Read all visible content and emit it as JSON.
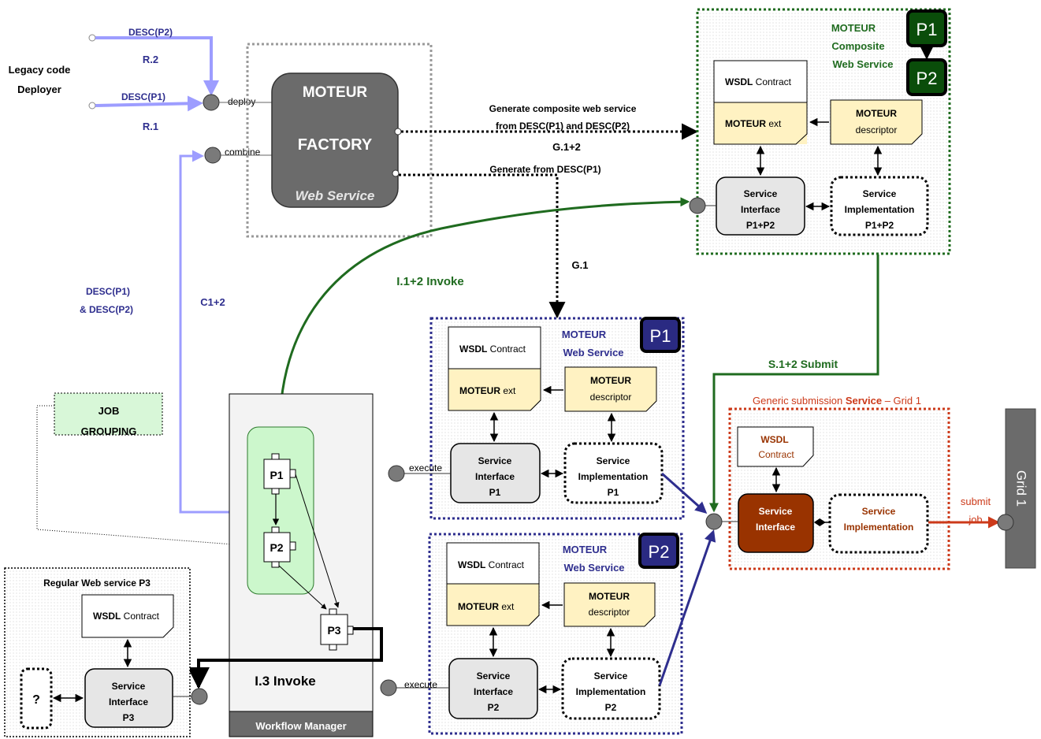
{
  "colors": {
    "lavender": "#9d9dff",
    "navy": "#2e2e8e",
    "green": "#1f6b1f",
    "red": "#cc3a1a",
    "brown": "#993300",
    "note": "#fff2c2",
    "grey": "#e6e6e6",
    "darkgrey": "#6b6b6b",
    "jobgreen": "#d8f7d8"
  },
  "deployer": {
    "title_line1": "Legacy code",
    "title_line2": "Deployer",
    "desc_p2": "DESC(P2)",
    "r2": "R.2",
    "desc_p1": "DESC(P1)",
    "r1": "R.1",
    "deploy": "deploy",
    "combine": "combine",
    "desc_both_line1": "DESC(P1)",
    "desc_both_line2": "&  DESC(P2)",
    "c12": "C1+2"
  },
  "factory": {
    "line1": "MOTEUR",
    "line2": "FACTORY",
    "line3": "Web Service"
  },
  "labels": {
    "gen_composite_line1": "Generate composite web service",
    "gen_composite_line2": "from DESC(P1) and DESC(P2)",
    "g12": "G.1+2",
    "gen_from_p1": "Generate from DESC(P1)",
    "g1": "G.1",
    "invoke12": "I.1+2 Invoke",
    "submit12": "S.1+2 Submit",
    "invoke3": "I.3 Invoke",
    "execute": "execute",
    "submit_line1": "submit",
    "submit_line2": "job"
  },
  "composite": {
    "title_line1": "MOTEUR",
    "title_line2": "Composite",
    "title_line3": "Web Service",
    "badge1": "P1",
    "badge2": "P2",
    "wsdl_bold": "WSDL",
    "wsdl_rest": " Contract",
    "ext_bold": "MOTEUR",
    "ext_rest": " ext",
    "desc_line1": "MOTEUR",
    "desc_line2": "descriptor",
    "iface_line1": "Service",
    "iface_line2": "Interface",
    "iface_line3": "P1+P2",
    "impl_line1": "Service",
    "impl_line2": "Implementation",
    "impl_line3": "P1+P2"
  },
  "ws_p1": {
    "title_line1": "MOTEUR",
    "title_line2": "Web Service",
    "badge": "P1",
    "wsdl_bold": "WSDL",
    "wsdl_rest": " Contract",
    "ext_bold": "MOTEUR",
    "ext_rest": " ext",
    "desc_line1": "MOTEUR",
    "desc_line2": "descriptor",
    "iface_line1": "Service",
    "iface_line2": "Interface",
    "iface_line3": "P1",
    "impl_line1": "Service",
    "impl_line2": "Implementation",
    "impl_line3": "P1"
  },
  "ws_p2": {
    "title_line1": "MOTEUR",
    "title_line2": "Web Service",
    "badge": "P2",
    "wsdl_bold": "WSDL",
    "wsdl_rest": " Contract",
    "ext_bold": "MOTEUR",
    "ext_rest": " ext",
    "desc_line1": "MOTEUR",
    "desc_line2": "descriptor",
    "iface_line1": "Service",
    "iface_line2": "Interface",
    "iface_line3": "P2",
    "impl_line1": "Service",
    "impl_line2": "Implementation",
    "impl_line3": "P2"
  },
  "generic": {
    "title_pre": "Generic submission ",
    "title_bold": "Service",
    "title_post": " – Grid 1",
    "wsdl_line1": "WSDL",
    "wsdl_line2": "Contract",
    "iface_line1": "Service",
    "iface_line2": "Interface",
    "impl_line1": "Service",
    "impl_line2": "Implementation"
  },
  "grid": {
    "label": "Grid 1"
  },
  "job_grouping": {
    "line1": "JOB",
    "line2": "GROUPING"
  },
  "workflow": {
    "manager": "Workflow  Manager",
    "p1": "P1",
    "p2": "P2",
    "p3": "P3"
  },
  "regular": {
    "title": "Regular Web service P3",
    "wsdl_bold": "WSDL",
    "wsdl_rest": " Contract",
    "iface_line1": "Service",
    "iface_line2": "Interface",
    "iface_line3": "P3",
    "unknown": "?"
  }
}
